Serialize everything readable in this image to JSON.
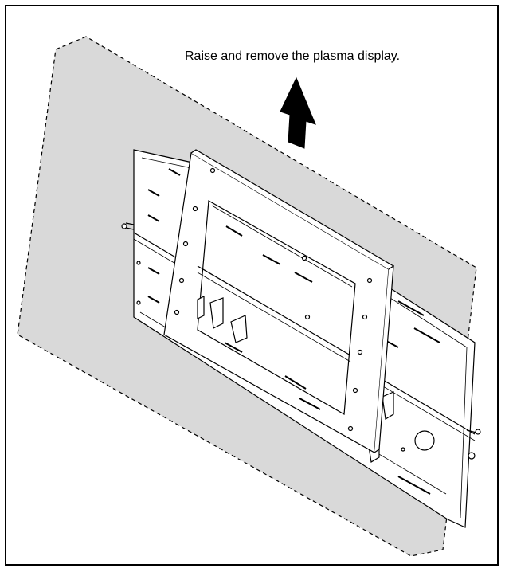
{
  "diagram": {
    "caption": "Raise and remove the plasma display.",
    "arrow_direction": "up",
    "colors": {
      "outline": "#000000",
      "display_fill": "#d9d9d9",
      "bracket_fill": "#ffffff",
      "background": "#ffffff"
    },
    "parts": [
      "plasma-display-outline",
      "wall-mount-bracket",
      "display-bracket"
    ]
  }
}
